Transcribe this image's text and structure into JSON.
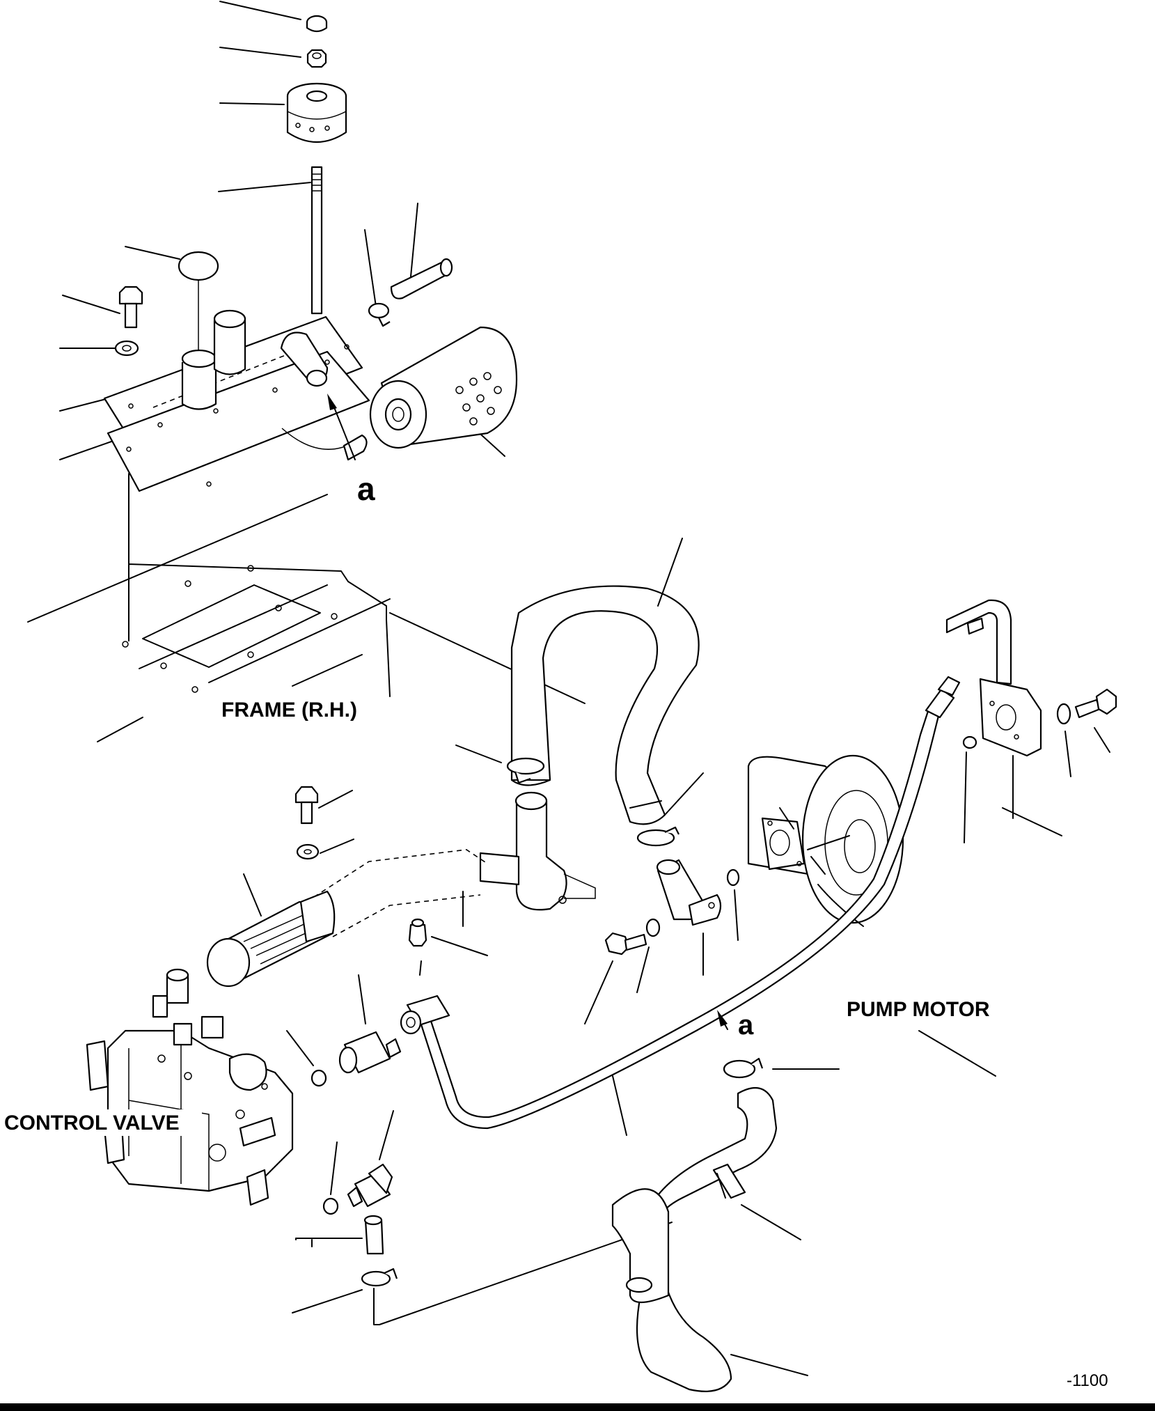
{
  "labels": {
    "frame": "FRAME (R.H.)",
    "pump_motor": "PUMP MOTOR",
    "control_valve": "CONTROL VALVE",
    "marker_a_top": "a",
    "marker_a_bottom": "a"
  },
  "page_number": "-1100"
}
